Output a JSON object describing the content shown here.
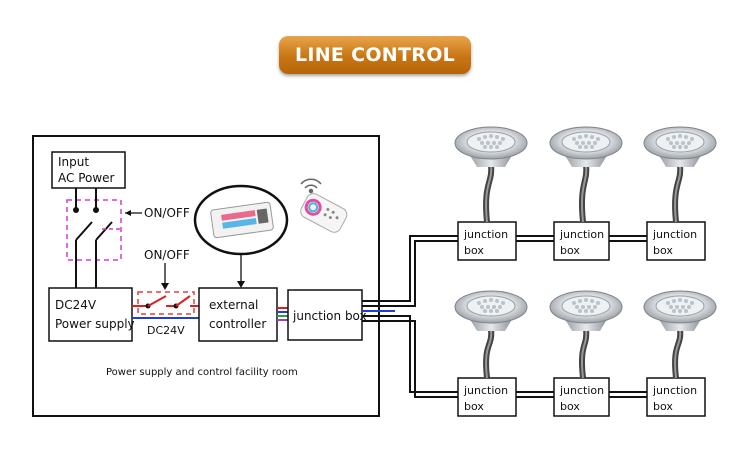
{
  "title": "LINE CONTROL",
  "boxes": {
    "input_ac": [
      "Input",
      "AC Power"
    ],
    "psu": [
      "DC24V",
      "Power supply"
    ],
    "controller": [
      "external",
      "controller"
    ],
    "main_junction": "junction box",
    "junction_small": [
      "junction",
      "box"
    ]
  },
  "labels": {
    "on_off_1": "ON/OFF",
    "on_off_2": "ON/OFF",
    "dc24v": "DC24V",
    "facility_room": "Power supply and control facility room"
  },
  "colors": {
    "badge": "#c87614",
    "switch_dash_magenta": "#d23bd2",
    "switch_dash_red": "#e04040",
    "wire_red": "#e02020",
    "wire_blue": "#1f3fd0",
    "wire_green": "#22aa33",
    "wire_purple": "#a040c0"
  },
  "icons": [
    "led-driver-controller-icon",
    "rgb-remote-control-icon",
    "wireless-signal-icon",
    "underwater-led-light-icon"
  ]
}
